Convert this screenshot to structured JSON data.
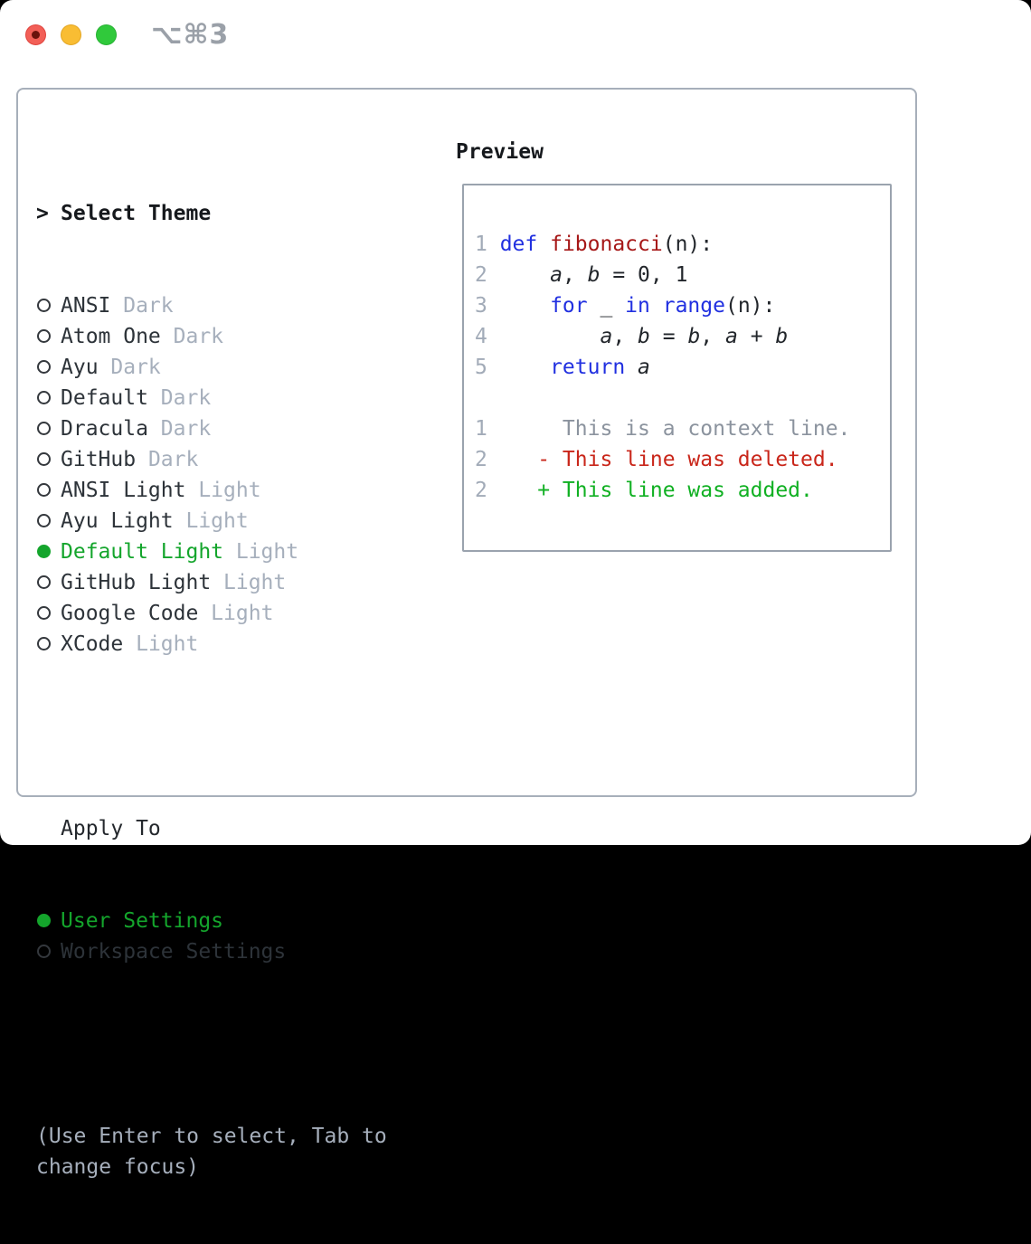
{
  "titlebar": {
    "shortcut": "⌥⌘3",
    "lights": [
      "close",
      "minimize",
      "zoom"
    ]
  },
  "theme_selector": {
    "cursor": ">",
    "title": "Select Theme",
    "items": [
      {
        "name": "ANSI",
        "variant": "Dark",
        "selected": false
      },
      {
        "name": "Atom One",
        "variant": "Dark",
        "selected": false
      },
      {
        "name": "Ayu",
        "variant": "Dark",
        "selected": false
      },
      {
        "name": "Default",
        "variant": "Dark",
        "selected": false
      },
      {
        "name": "Dracula",
        "variant": "Dark",
        "selected": false
      },
      {
        "name": "GitHub",
        "variant": "Dark",
        "selected": false
      },
      {
        "name": "ANSI Light",
        "variant": "Light",
        "selected": false
      },
      {
        "name": "Ayu Light",
        "variant": "Light",
        "selected": false
      },
      {
        "name": "Default Light",
        "variant": "Light",
        "selected": true
      },
      {
        "name": "GitHub Light",
        "variant": "Light",
        "selected": false
      },
      {
        "name": "Google Code",
        "variant": "Light",
        "selected": false
      },
      {
        "name": "XCode",
        "variant": "Light",
        "selected": false
      }
    ]
  },
  "apply_to": {
    "title": "Apply To",
    "options": [
      {
        "label": "User Settings",
        "selected": true
      },
      {
        "label": "Workspace Settings",
        "selected": false
      }
    ]
  },
  "hint_lines": [
    "(Use Enter to select, Tab to",
    "change focus)"
  ],
  "preview": {
    "title": "Preview",
    "lines": [
      {
        "num": "1",
        "tokens": [
          {
            "t": "def",
            "c": "keyword"
          },
          {
            "t": " ",
            "c": "text"
          },
          {
            "t": "fibonacci",
            "c": "function"
          },
          {
            "t": "(n):",
            "c": "text"
          }
        ]
      },
      {
        "num": "2",
        "tokens": [
          {
            "t": "    ",
            "c": "text"
          },
          {
            "t": "a",
            "c": "text",
            "i": 1
          },
          {
            "t": ", ",
            "c": "text"
          },
          {
            "t": "b",
            "c": "text",
            "i": 1
          },
          {
            "t": " = 0, 1",
            "c": "text"
          }
        ]
      },
      {
        "num": "3",
        "tokens": [
          {
            "t": "    ",
            "c": "text"
          },
          {
            "t": "for",
            "c": "keyword"
          },
          {
            "t": " _ ",
            "c": "text"
          },
          {
            "t": "in",
            "c": "keyword"
          },
          {
            "t": " ",
            "c": "text"
          },
          {
            "t": "range",
            "c": "keyword"
          },
          {
            "t": "(n):",
            "c": "text"
          }
        ]
      },
      {
        "num": "4",
        "tokens": [
          {
            "t": "        ",
            "c": "text"
          },
          {
            "t": "a",
            "c": "text",
            "i": 1
          },
          {
            "t": ", ",
            "c": "text"
          },
          {
            "t": "b",
            "c": "text",
            "i": 1
          },
          {
            "t": " = ",
            "c": "text"
          },
          {
            "t": "b",
            "c": "text",
            "i": 1
          },
          {
            "t": ", ",
            "c": "text"
          },
          {
            "t": "a",
            "c": "text",
            "i": 1
          },
          {
            "t": " + ",
            "c": "text"
          },
          {
            "t": "b",
            "c": "text",
            "i": 1
          }
        ]
      },
      {
        "num": "5",
        "tokens": [
          {
            "t": "    ",
            "c": "text"
          },
          {
            "t": "return",
            "c": "keyword"
          },
          {
            "t": " ",
            "c": "text"
          },
          {
            "t": "a",
            "c": "text",
            "i": 1
          }
        ]
      },
      {
        "blank": true
      },
      {
        "num": "1",
        "tokens": [
          {
            "t": "     This is a context line.",
            "c": "context"
          }
        ]
      },
      {
        "num": "2",
        "tokens": [
          {
            "t": "   - This line was deleted.",
            "c": "deleted"
          }
        ]
      },
      {
        "num": "2",
        "tokens": [
          {
            "t": "   + This line was added.",
            "c": "added"
          }
        ]
      }
    ]
  },
  "colors": {
    "keyword": "#2130e0",
    "function": "#a61717",
    "text": "#22262b",
    "line_number": "#a2abb8",
    "context": "#8b939e",
    "deleted": "#c9261a",
    "added": "#10b022",
    "selected_green": "#14a52c",
    "item_text": "#2d3339",
    "muted": "#a6afbc",
    "border_outer": "#a7afba",
    "border_preview": "#9aa3ae"
  }
}
